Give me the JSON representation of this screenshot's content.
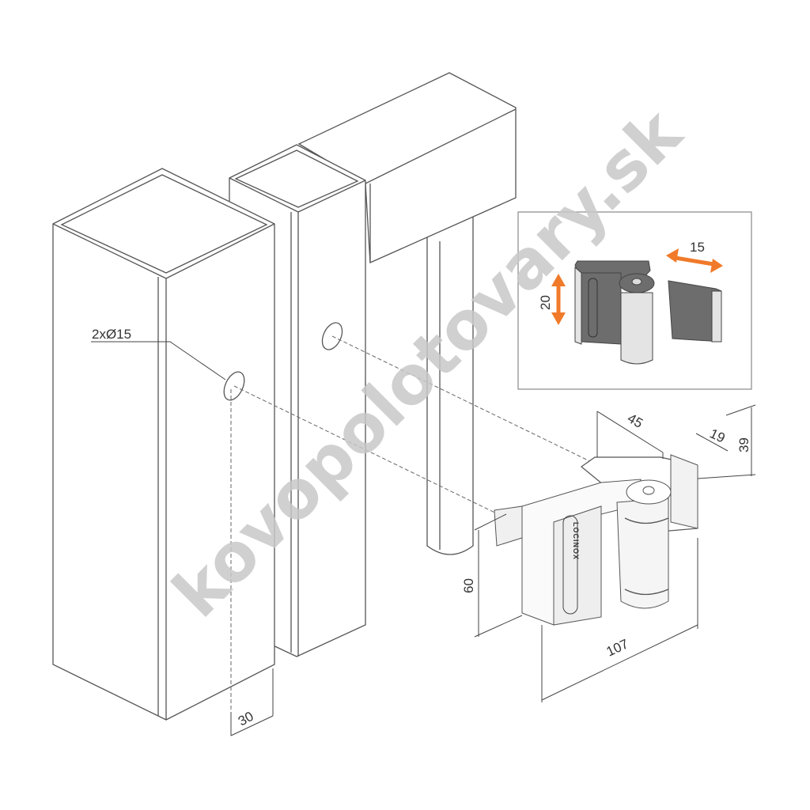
{
  "diagram": {
    "hole_label": "2xØ15",
    "dimensions": {
      "post_offset": "30",
      "height": "60",
      "length": "107",
      "width": "45",
      "flange": "19",
      "depth": "39"
    },
    "inset": {
      "adjust_horizontal": "15",
      "adjust_vertical": "20"
    },
    "brand_logo": "LOCINOX",
    "watermark": "kovopolotovary.sk",
    "colors": {
      "arrow": "#f07a2a",
      "hinge_dark": "#6d6d6d",
      "hinge_light": "#e4e4e4"
    }
  }
}
